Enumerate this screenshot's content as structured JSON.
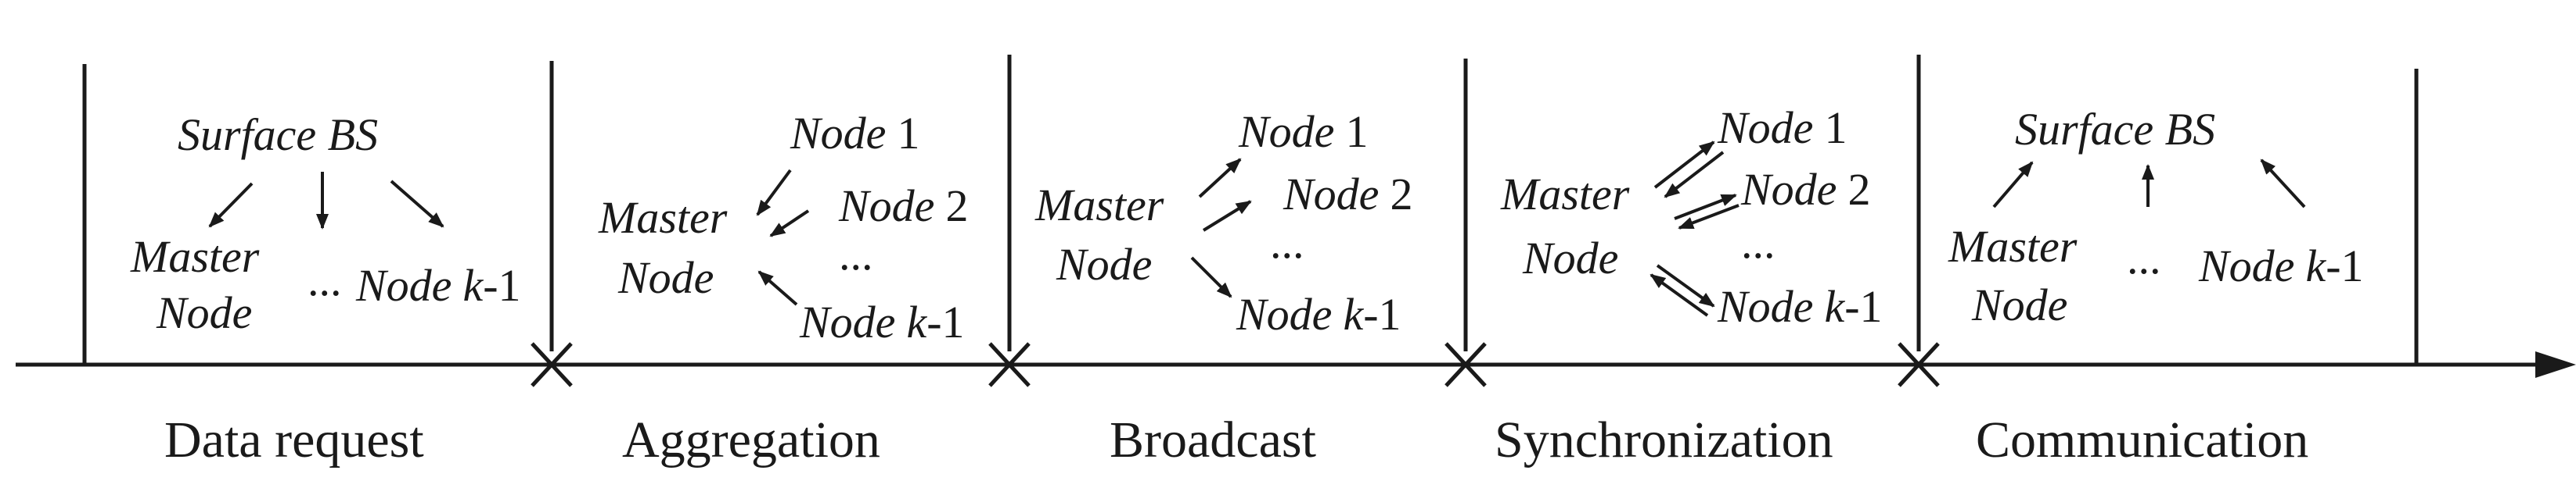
{
  "phases": [
    {
      "label": "Data request",
      "texts": {
        "top": "Surface BS",
        "master_1": "Master",
        "master_2": "Node",
        "dots": "...",
        "node_name": "Node",
        "node_k": "k",
        "node_suffix": "-1"
      }
    },
    {
      "label": "Aggregation",
      "texts": {
        "node1_name": "Node",
        "node1_num": "1",
        "node2_name": "Node",
        "node2_num": "2",
        "master_1": "Master",
        "master_2": "Node",
        "dots": "...",
        "nodek_name": "Node",
        "nodek_k": "k",
        "nodek_suffix": "-1"
      }
    },
    {
      "label": "Broadcast",
      "texts": {
        "node1_name": "Node",
        "node1_num": "1",
        "node2_name": "Node",
        "node2_num": "2",
        "master_1": "Master",
        "master_2": "Node",
        "dots": "...",
        "nodek_name": "Node",
        "nodek_k": "k",
        "nodek_suffix": "-1"
      }
    },
    {
      "label": "Synchronization",
      "texts": {
        "node1_name": "Node",
        "node1_num": "1",
        "node2_name": "Node",
        "node2_num": "2",
        "master_1": "Master",
        "master_2": "Node",
        "dots": "...",
        "nodek_name": "Node",
        "nodek_k": "k",
        "nodek_suffix": "-1"
      }
    },
    {
      "label": "Communication",
      "texts": {
        "top": "Surface BS",
        "master_1": "Master",
        "master_2": "Node",
        "dots": "...",
        "node_name": "Node",
        "node_k": "k",
        "node_suffix": "-1"
      }
    }
  ]
}
